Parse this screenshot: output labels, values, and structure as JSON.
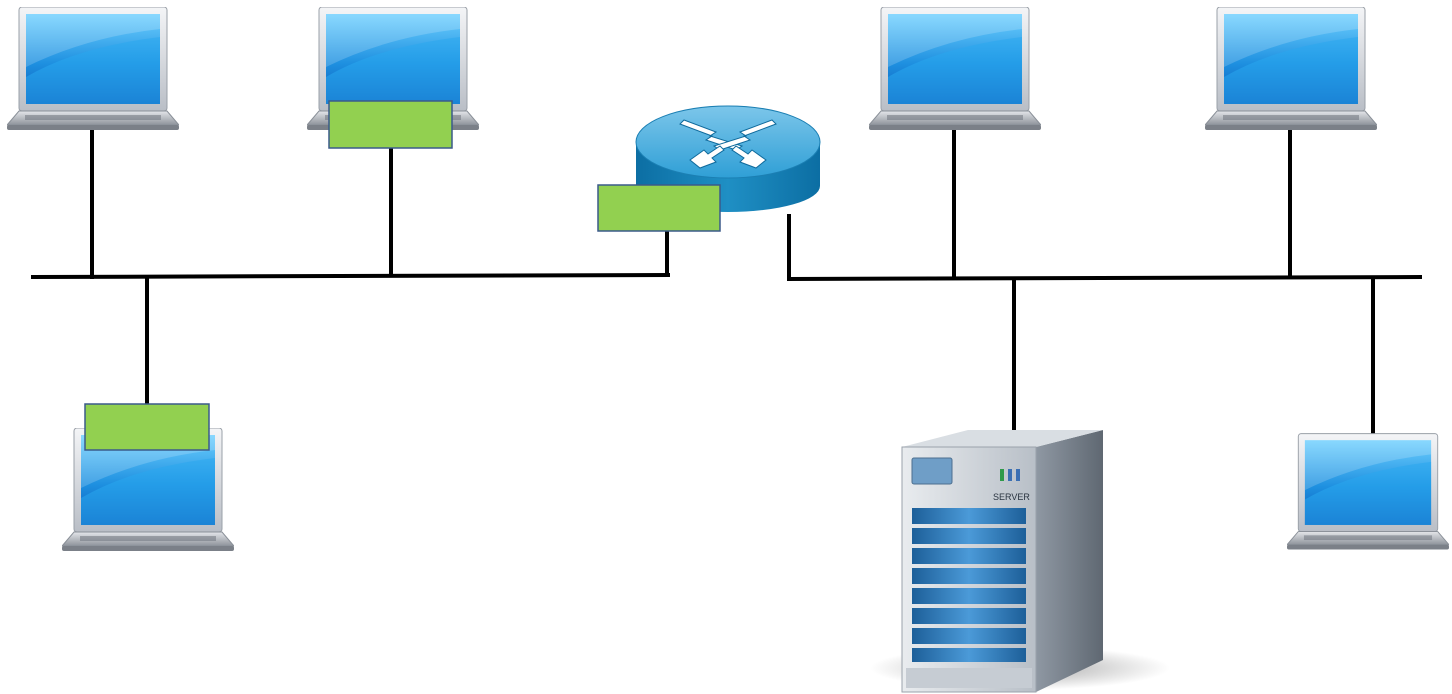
{
  "diagram": {
    "title": "",
    "server": {
      "icon": "server-icon",
      "label": "SERVER"
    },
    "router": {
      "icon": "router-icon"
    },
    "laptops": [
      {
        "name": "laptop-1",
        "icon": "laptop-icon"
      },
      {
        "name": "laptop-2",
        "icon": "laptop-icon"
      },
      {
        "name": "laptop-3",
        "icon": "laptop-icon"
      },
      {
        "name": "laptop-4",
        "icon": "laptop-icon"
      },
      {
        "name": "laptop-5",
        "icon": "laptop-icon"
      },
      {
        "name": "laptop-6",
        "icon": "laptop-icon"
      }
    ],
    "tags": [
      {
        "name": "tag-laptop-2",
        "text": ""
      },
      {
        "name": "tag-router",
        "text": ""
      },
      {
        "name": "tag-laptop-3",
        "text": ""
      }
    ],
    "colors": {
      "cable": "#000000",
      "tag_fill": "#92d050",
      "tag_border": "#3b5a8a",
      "screen": "#1e90e0",
      "router": "#1f8fc4",
      "server_body": "#c9cfd6",
      "server_bays": "#3a7fb8"
    }
  }
}
